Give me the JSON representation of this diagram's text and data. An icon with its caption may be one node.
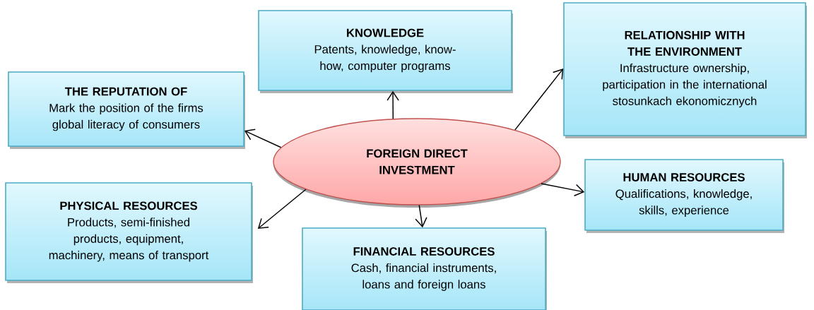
{
  "diagram": {
    "nodes": [
      {
        "text": [
          "FOREIGN DIRECT INVESTMENT"
        ]
      },
      {
        "text": [
          "KNOWLEDGE",
          "Patents, knowledge, know-how, computer programs"
        ]
      },
      {
        "text": [
          "THE REPUTATION OF",
          "Mark the position of the firms global literacy of consumers"
        ]
      },
      {
        "text": [
          "RELATIONSHIP WITH THE ENVIRONMENT",
          "Infrastructure ownership, participation in the international stosunkach ekonomicznych"
        ]
      },
      {
        "text": [
          "HUMAN RESOURCES",
          "Qualifications, knowledge, skills, experience"
        ]
      },
      {
        "text": [
          "PHYSICAL RESOURCES",
          "Products, semi-finished products, equipment, machinery, means of transport"
        ]
      },
      {
        "text": [
          "FINANCIAL RESOURCES",
          "Cash, financial instruments, loans and foreign loans"
        ]
      }
    ],
    "edges": [
      {
        "from": 0,
        "to": 1,
        "arrow": "to"
      },
      {
        "from": 0,
        "to": 2,
        "arrow": "to"
      },
      {
        "from": 0,
        "to": 3,
        "arrow": "to"
      },
      {
        "from": 0,
        "to": 4,
        "arrow": "to"
      },
      {
        "from": 0,
        "to": 5,
        "arrow": "to"
      },
      {
        "from": 0,
        "to": 6,
        "arrow": "to"
      }
    ]
  }
}
